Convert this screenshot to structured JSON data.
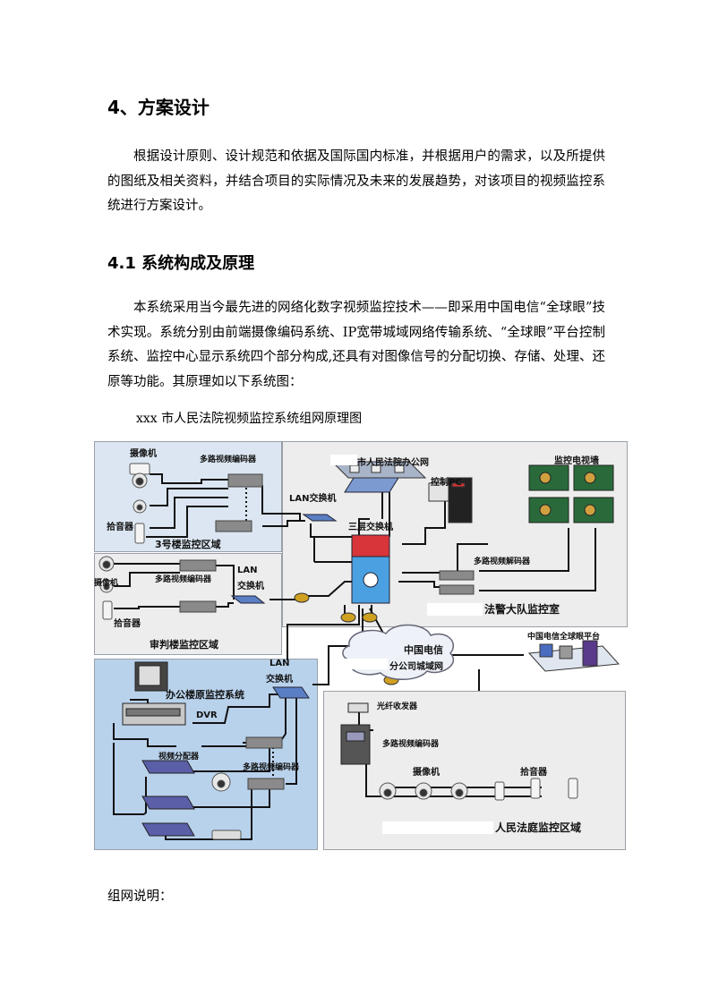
{
  "heading1": "4、方案设计",
  "paragraph1": "根据设计原则、设计规范和依据及国际国内标准，并根据用户的需求，以及所提供的图纸及相关资料，并结合项目的实际情况及未来的发展趋势，对该项目的视频监控系统进行方案设计。",
  "heading2": "4.1 系统构成及原理",
  "paragraph2": "本系统采用当今最先进的网络化数字视频监控技术——即采用中国电信“全球眼”技术实现。系统分别由前端摄像编码系统、IP宽带城域网络传输系统、“全球眼”平台控制系统、监控中心显示系统四个部分构成,还具有对图像信号的分配切换、存储、处理、还原等功能。其原理如以下系统图：",
  "caption": "xxx 市人民法院视频监控系统组网原理图",
  "footer": "组网说明：",
  "diagram": {
    "zone_3hao": {
      "camera": "摄像机",
      "encoder": "多路视频编码器",
      "mic": "拾音器",
      "title": "3号楼监控区域"
    },
    "zone_shenpan": {
      "camera": "摄像机",
      "encoder": "多路视频编码器",
      "lan": "LAN",
      "lan2": "交换机",
      "mic": "拾音器",
      "title": "审判楼监控区域"
    },
    "center": {
      "office": "市人民法院办公网",
      "lan": "LAN交换机",
      "pc": "控制PC",
      "l3": "三层交换机",
      "wall": "监控电视墙",
      "decoder": "多路视频解码器",
      "title": "法警大队监控室"
    },
    "zone_bangong": {
      "lan": "LAN",
      "lan2": "交换机",
      "title": "办公楼原监控系统",
      "dvr": "DVR",
      "distributor": "视频分配器",
      "encoder": "多路视频编码器"
    },
    "cloud": {
      "line1": "中国电信",
      "line2": "分公司城域网"
    },
    "platform": "中国电信全球眼平台",
    "zone_court": {
      "fiber": "光纤收发器",
      "encoder": "多路视频编码器",
      "camera": "摄像机",
      "mic": "拾音器",
      "title": "人民法庭监控区域"
    }
  }
}
